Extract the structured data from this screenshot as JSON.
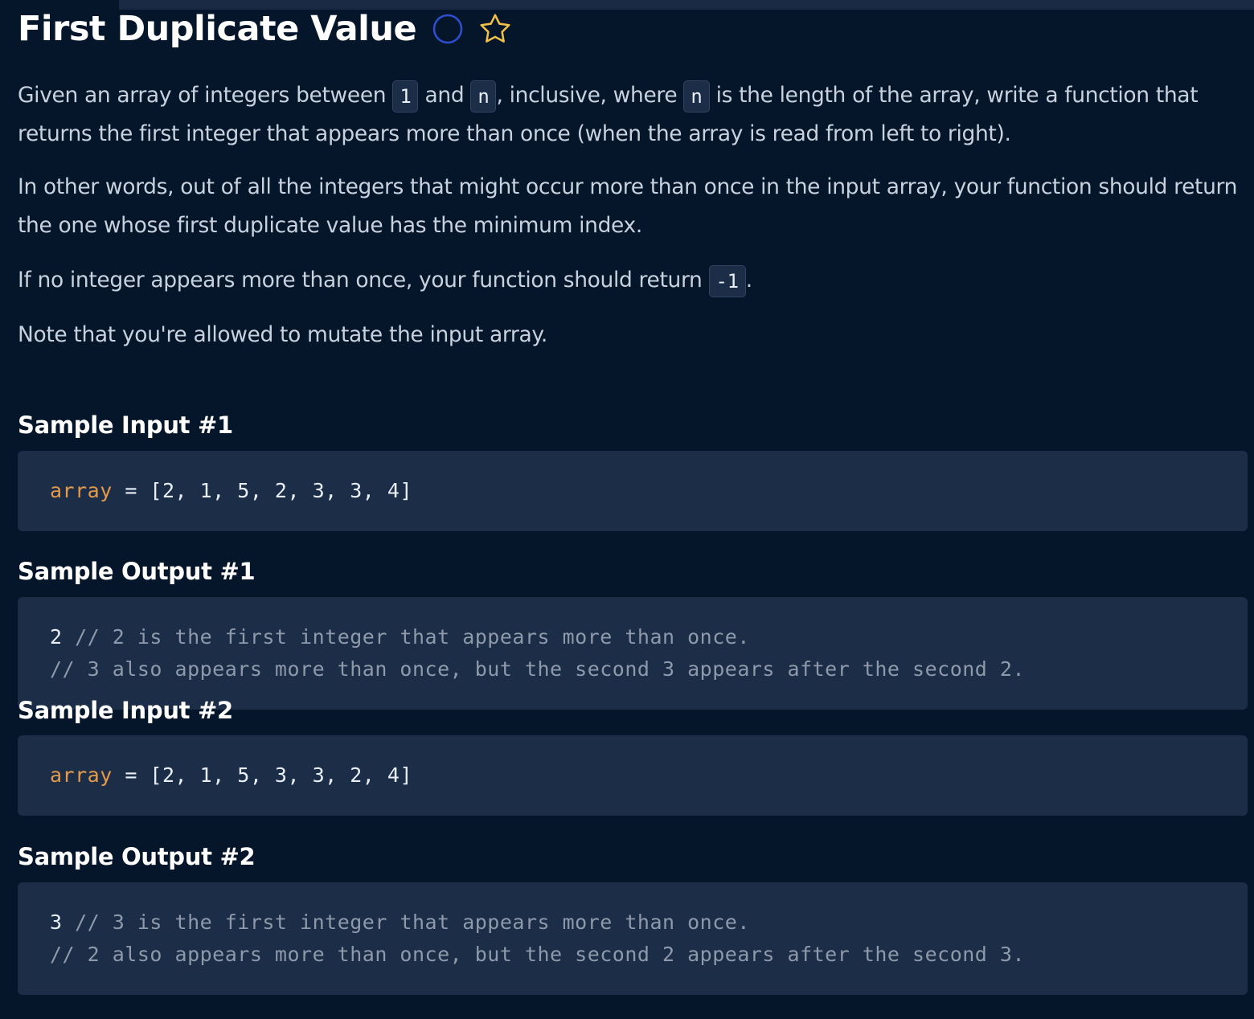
{
  "title": "First Duplicate Value",
  "description": {
    "p1_a": "Given an array of integers between ",
    "p1_code1": "1",
    "p1_b": " and ",
    "p1_code2": "n",
    "p1_c": ", inclusive, where ",
    "p1_code3": "n",
    "p1_d": " is the length of the array, write a function that returns the first integer that appears more than once (when the array is read from left to right).",
    "p2": "In other words, out of all the integers that might occur more than once in the input array, your function should return the one whose first duplicate value has the minimum index.",
    "p3_a": "If no integer appears more than once, your function should return ",
    "p3_code": "-1",
    "p3_b": ".",
    "p4": "Note that you're allowed to mutate the input array."
  },
  "sample_input_1": {
    "heading": "Sample Input #1",
    "var": "array",
    "rest": " = [2, 1, 5, 2, 3, 3, 4]"
  },
  "sample_output_1": {
    "heading": "Sample Output #1",
    "line1_value": "2",
    "line1_comment": " // 2 is the first integer that appears more than once.",
    "line2_comment": "// 3 also appears more than once, but the second 3 appears after the second 2."
  },
  "sample_input_2": {
    "heading": "Sample Input #2",
    "var": "array",
    "rest": " = [2, 1, 5, 3, 3, 2, 4]"
  },
  "sample_output_2": {
    "heading": "Sample Output #2",
    "line1_value": "3",
    "line1_comment": " // 3 is the first integer that appears more than once.",
    "line2_comment": "// 2 also appears more than once, but the second 2 appears after the second 3."
  },
  "icons": {
    "completion": "circle-icon",
    "favorite": "star-icon"
  },
  "colors": {
    "background": "#05152a",
    "code_background": "#1c2d48",
    "keyword": "#e59a4a",
    "comment": "#8e9aa9",
    "star": "#f0c04a",
    "circle": "#2f4fd0"
  }
}
